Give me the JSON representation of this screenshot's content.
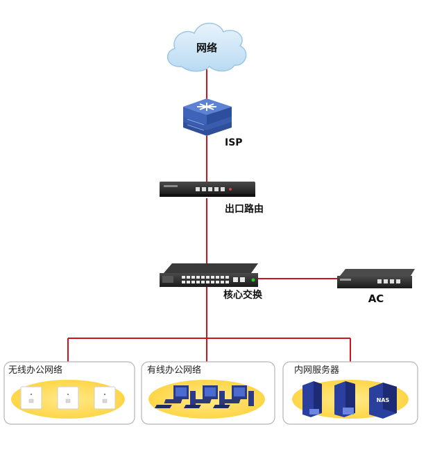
{
  "colors": {
    "link": "#d0121b",
    "cloud": "#cfe6f7",
    "isp_blue": "#3e63b8",
    "panel_oval": "#ffd84a",
    "group_border": "#b5b5b5",
    "device_dark": "#222222",
    "server_blue": "#2a3f9e"
  },
  "nodes": {
    "internet": {
      "label": "网络",
      "icon": "cloud-icon"
    },
    "isp": {
      "label": "ISP",
      "icon": "isp-switch-icon"
    },
    "router": {
      "label": "出口路由",
      "icon": "router-icon"
    },
    "core": {
      "label": "核心交换",
      "icon": "core-switch-icon"
    },
    "ac": {
      "label": "AC",
      "icon": "ac-controller-icon"
    }
  },
  "groups": [
    {
      "title": "无线办公网络",
      "icon": "wall-ap-icon",
      "count": 3
    },
    {
      "title": "有线办公网络",
      "icon": "desktop-pc-icon",
      "count": 3
    },
    {
      "title": "内网服务器",
      "icon": "server-icon",
      "count": 3,
      "badge": "NAS"
    }
  ]
}
